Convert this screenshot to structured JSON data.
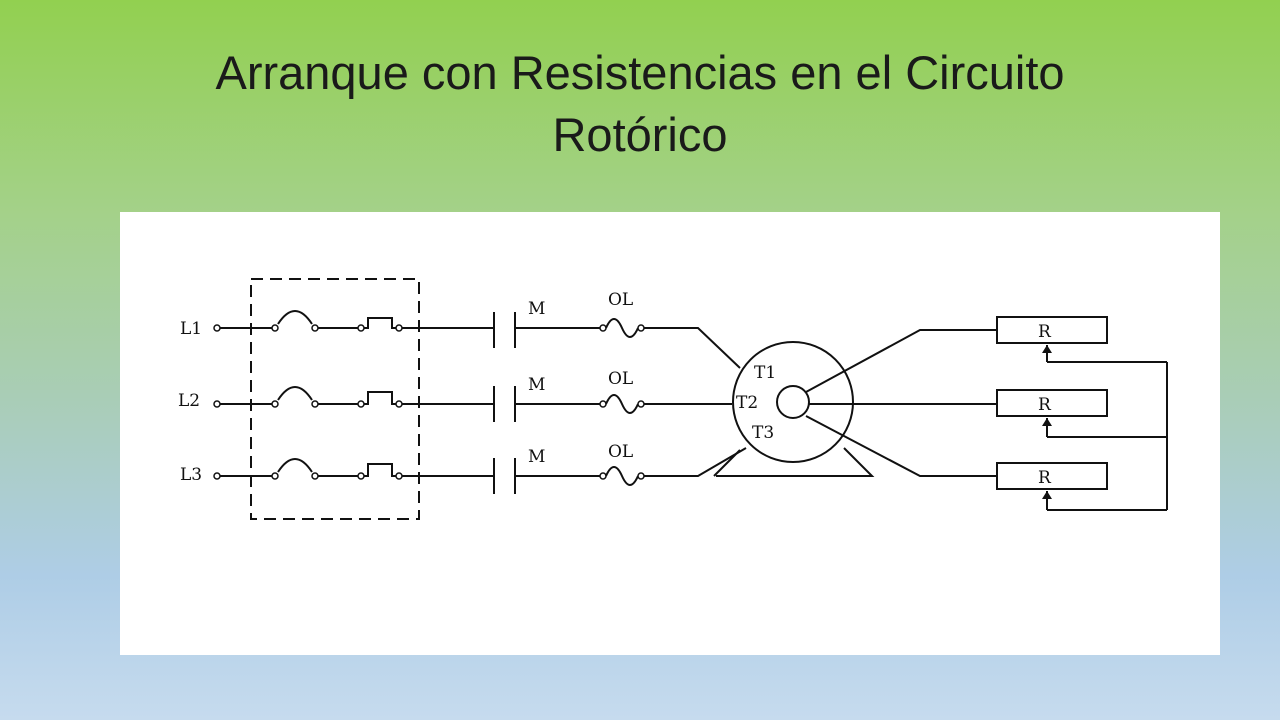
{
  "slide": {
    "title_line1": "Arranque con Resistencias en  el Circuito",
    "title_line2": "Rotórico"
  },
  "diagram": {
    "lines": [
      {
        "label": "L1",
        "contactor": "M",
        "overload": "OL"
      },
      {
        "label": "L2",
        "contactor": "M",
        "overload": "OL"
      },
      {
        "label": "L3",
        "contactor": "M",
        "overload": "OL"
      }
    ],
    "motor_terminals": [
      "T1",
      "T2",
      "T3"
    ],
    "resistors": [
      "R",
      "R",
      "R"
    ]
  }
}
